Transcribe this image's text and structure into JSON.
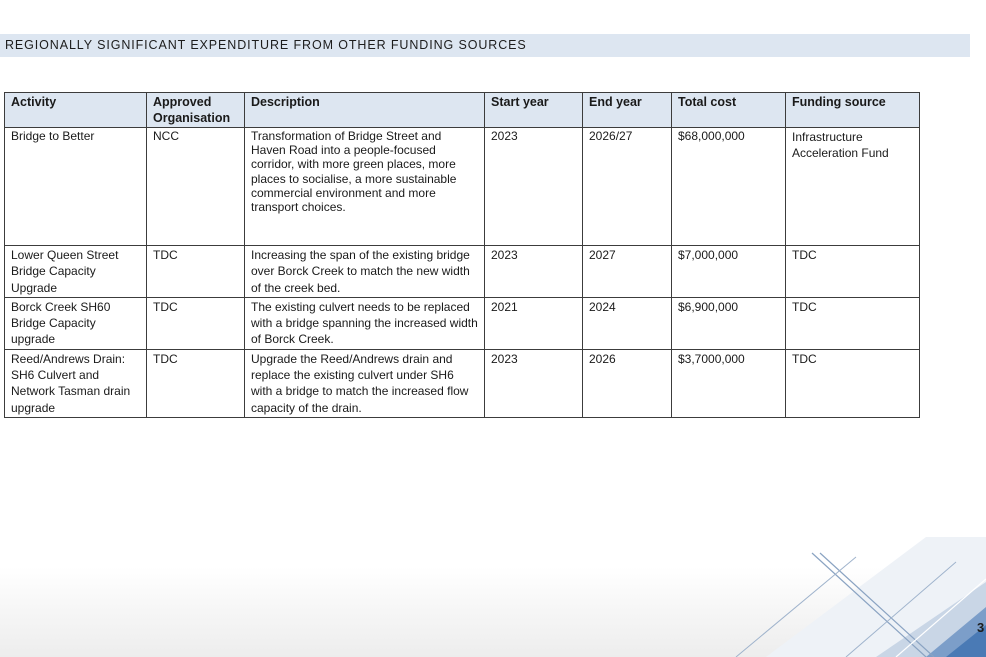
{
  "section": {
    "title": "REGIONALLY SIGNIFICANT EXPENDITURE FROM OTHER FUNDING SOURCES"
  },
  "table": {
    "headers": {
      "activity": "Activity",
      "org_line1": "Approved",
      "org_line2": "Organisation",
      "description": "Description",
      "start_year": "Start year",
      "end_year": "End year",
      "total_cost": "Total cost",
      "funding_source": "Funding source"
    },
    "rows": [
      {
        "activity": "Bridge to Better",
        "organisation": "NCC",
        "description": "Transformation of Bridge Street and Haven Road into a people-focused corridor, with more green places, more places to socialise, a more sustainable commercial environment and more transport choices.",
        "start_year": "2023",
        "end_year": "2026/27",
        "total_cost": "$68,000,000",
        "funding_source": "Infrastructure Acceleration Fund"
      },
      {
        "activity": "Lower Queen Street Bridge Capacity Upgrade",
        "organisation": "TDC",
        "description": "Increasing the span of the existing bridge over Borck Creek to match the new width of the creek bed.",
        "start_year": "2023",
        "end_year": "2027",
        "total_cost": "$7,000,000",
        "funding_source": "TDC"
      },
      {
        "activity": "Borck Creek SH60 Bridge Capacity upgrade",
        "organisation": "TDC",
        "description": "The existing culvert needs to be replaced with a bridge spanning the increased width of Borck Creek.",
        "start_year": "2021",
        "end_year": "2024",
        "total_cost": "$6,900,000",
        "funding_source": "TDC"
      },
      {
        "activity": "Reed/Andrews Drain: SH6 Culvert and Network Tasman drain upgrade",
        "organisation": "TDC",
        "description": "Upgrade the Reed/Andrews drain and replace the existing culvert under SH6 with a bridge to match the increased flow capacity of the drain.",
        "start_year": "2023",
        "end_year": "2026",
        "total_cost": "$3,7000,000",
        "funding_source": "TDC"
      }
    ]
  },
  "footer": {
    "page_number": "3"
  },
  "colors": {
    "banner": "#dde6f1",
    "header_fill": "#dde6f1",
    "border": "#3c3c3c",
    "decor_blue": "#4a7ab5",
    "decor_light": "#c9d6e6"
  }
}
